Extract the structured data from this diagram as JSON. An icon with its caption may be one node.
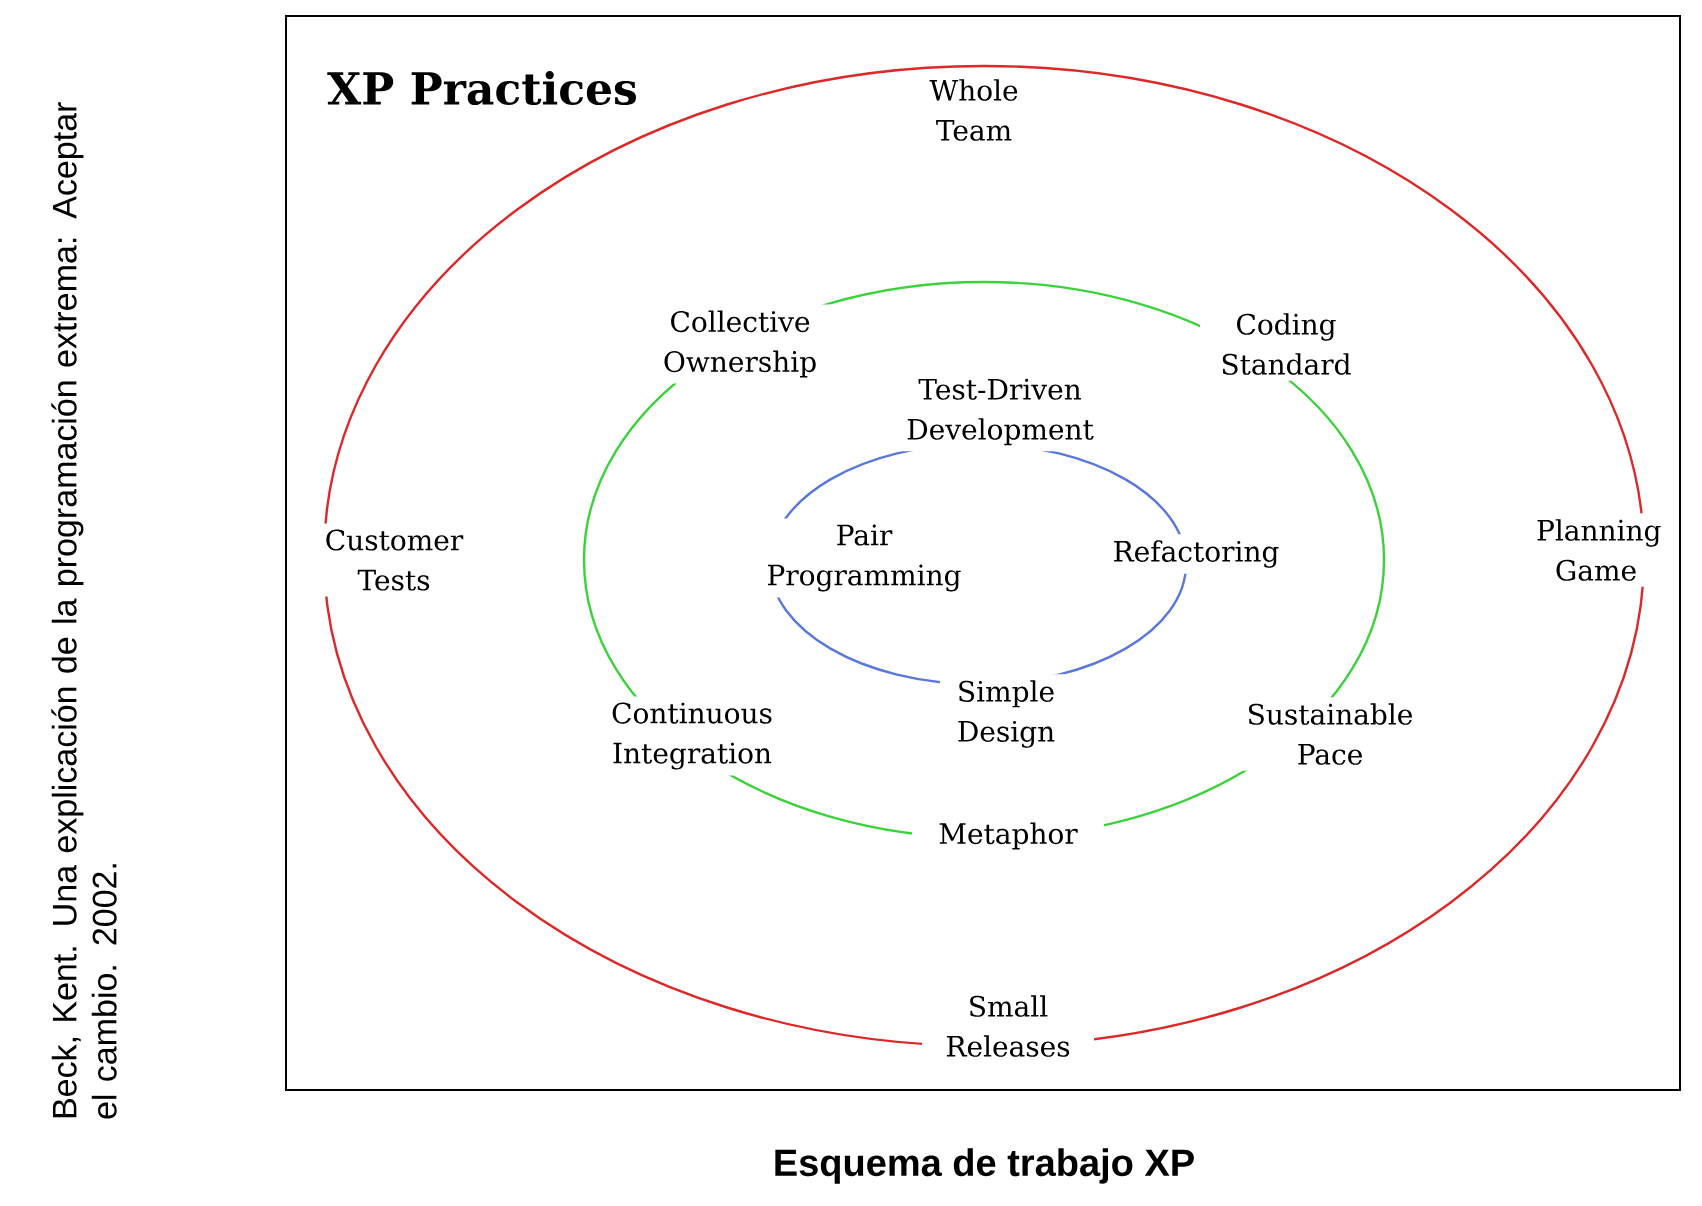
{
  "diagram": {
    "title": "XP Practices",
    "caption": "Esquema de trabajo XP",
    "labels": [
      "Beck, Kent. Una explicación de la programación extrema: Aceptar el cambio. 2002.",
      "Whole Team",
      "Collective Ownership",
      "Coding Standard",
      "Test-Driven Development",
      "Customer Tests",
      "Pair Programming",
      "Refactoring",
      "Planning Game",
      "Continuous Integration",
      "Simple Design",
      "Sustainable Pace",
      "Metaphor",
      "Small Releases"
    ]
  }
}
